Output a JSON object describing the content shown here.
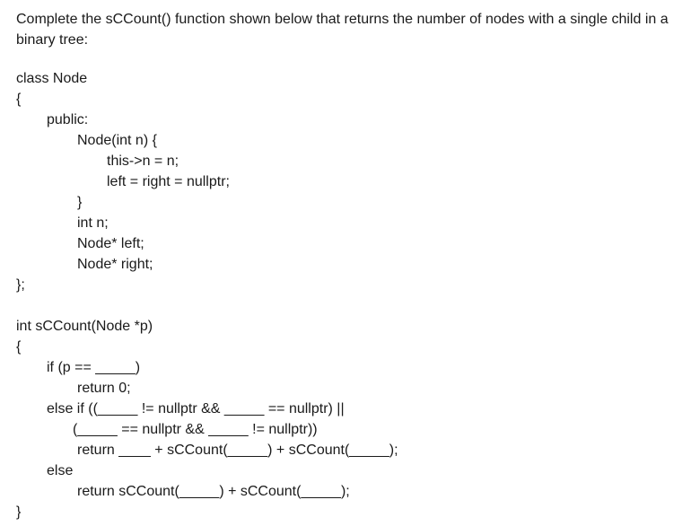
{
  "prompt": "Complete the sCCount() function shown below that returns the number of nodes with a single child in a binary tree:",
  "code": {
    "class_header": "class Node",
    "lines": [
      "{",
      "public:",
      "Node(int n) {",
      "this->n = n;",
      "left = right = nullptr;",
      "}",
      "int n;",
      "Node* left;",
      "Node* right;",
      "};",
      "int sCCount(Node *p)",
      "{",
      "if (p == _____)",
      "return 0;",
      "else if ((_____ != nullptr && _____ == nullptr) ||",
      "(_____ == nullptr && _____ != nullptr))",
      "return ____ + sCCount(_____) + sCCount(_____);",
      "else",
      "return sCCount(_____) + sCCount(_____);",
      "}"
    ]
  }
}
